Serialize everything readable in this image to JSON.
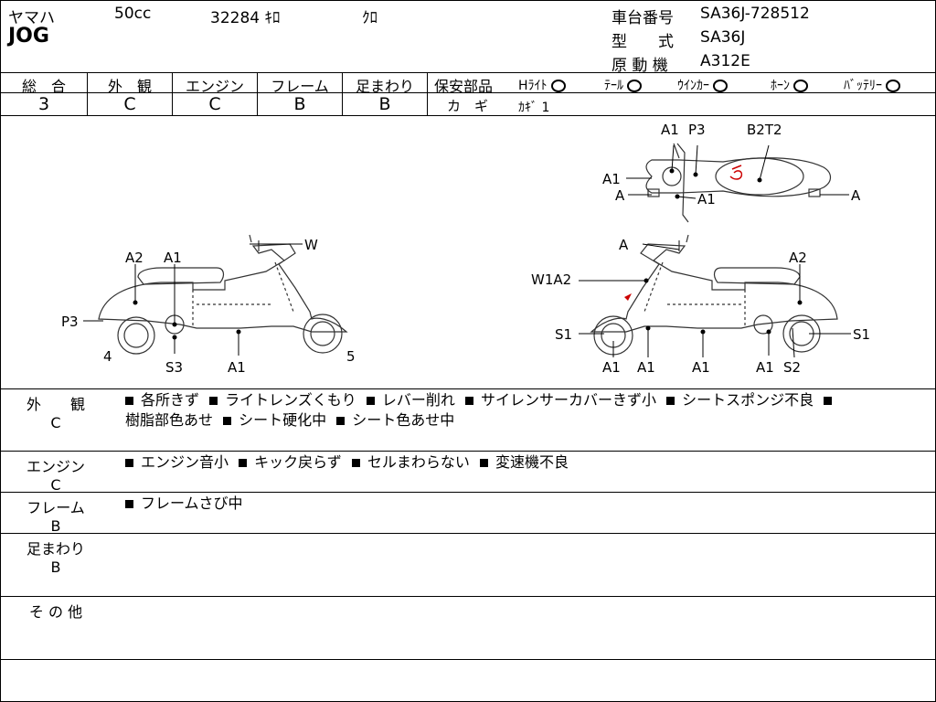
{
  "header": {
    "maker": "ヤマハ",
    "displacement": "50cc",
    "mileage": "32284 ｷﾛ",
    "color": "ｸﾛ",
    "model_name": "JOG",
    "frame_no_label": "車台番号",
    "frame_no": "SA36J-728512",
    "type_label": "型　　式",
    "type": "SA36J",
    "engine_label": "原 動 機",
    "engine": "A312E"
  },
  "grades": [
    {
      "label": "総　合",
      "value": "3"
    },
    {
      "label": "外　観",
      "value": "C"
    },
    {
      "label": "エンジン",
      "value": "C"
    },
    {
      "label": "フレーム",
      "value": "B"
    },
    {
      "label": "足まわり",
      "value": "B"
    }
  ],
  "safety": {
    "label": "保安部品",
    "items": [
      {
        "label": "Hﾗｲﾄ"
      },
      {
        "label": "ﾃｰﾙ"
      },
      {
        "label": "ｳｲﾝｶｰ"
      },
      {
        "label": "ﾎｰﾝ"
      },
      {
        "label": "ﾊﾞｯﾃﾘｰ"
      }
    ],
    "key_label": "カ　ギ",
    "key_value": "ｶｷﾞ 1"
  },
  "diagram": {
    "left": {
      "labels": [
        "A2",
        "A1",
        "W",
        "P3",
        "4",
        "S3",
        "A1",
        "5"
      ]
    },
    "right": {
      "labels": [
        "A",
        "A2",
        "W1A2",
        "S1",
        "S1",
        "A1",
        "A1",
        "A1",
        "A1",
        "S2"
      ]
    },
    "top": {
      "labels": [
        "A1",
        "P3",
        "B2T2",
        "A1",
        "A",
        "A1",
        "A"
      ]
    }
  },
  "sections": [
    {
      "title": "外　　観",
      "grade": "C",
      "notes": [
        "各所きず",
        "ライトレンズくもり",
        "レバー削れ",
        "サイレンサーカバーきず小",
        "シートスポンジ不良",
        "樹脂部色あせ",
        "シート硬化中",
        "シート色あせ中"
      ]
    },
    {
      "title": "エンジン",
      "grade": "C",
      "notes": [
        "エンジン音小",
        "キック戻らず",
        "セルまわらない",
        "変速機不良"
      ]
    },
    {
      "title": "フレーム",
      "grade": "B",
      "notes": [
        "フレームさび中"
      ]
    },
    {
      "title": "足まわり",
      "grade": "B",
      "notes": []
    },
    {
      "title": "そ の 他",
      "grade": "",
      "notes": []
    }
  ]
}
